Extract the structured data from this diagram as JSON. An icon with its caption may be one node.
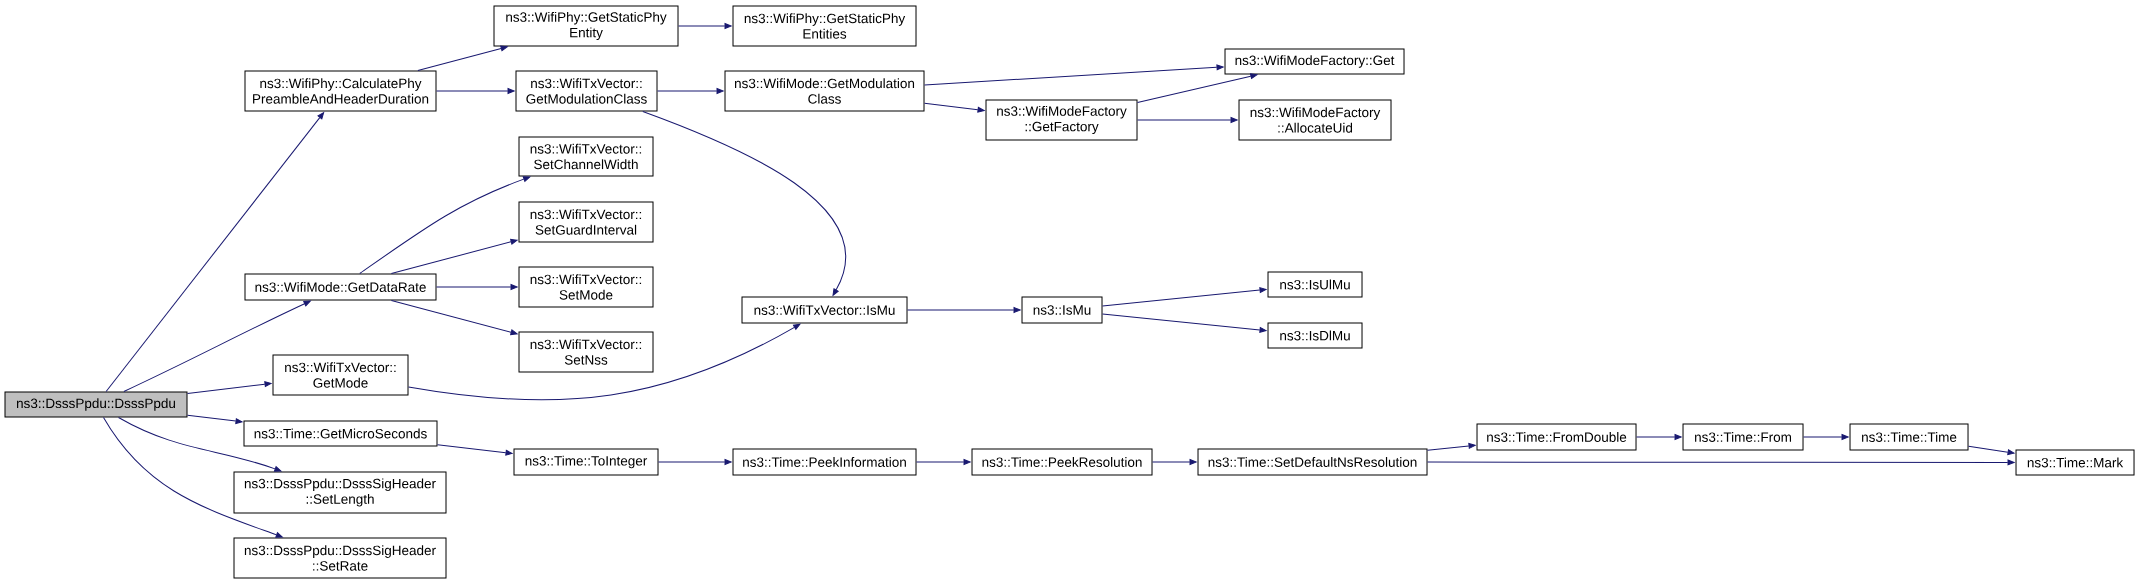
{
  "diagram": {
    "nodes": [
      {
        "text": [
          "ns3::DsssPpdu::DsssPpdu"
        ]
      },
      {
        "text": [
          "ns3::WifiPhy::CalculatePhy PreambleAndHeaderDuration"
        ]
      },
      {
        "text": [
          "ns3::WifiPhy::GetStaticPhy Entity"
        ]
      },
      {
        "text": [
          "ns3::WifiPhy::GetStaticPhy Entities"
        ]
      },
      {
        "text": [
          "ns3::WifiTxVector:: GetModulationClass"
        ]
      },
      {
        "text": [
          "ns3::WifiMode::GetModulation Class"
        ]
      },
      {
        "text": [
          "ns3::WifiModeFactory::Get"
        ]
      },
      {
        "text": [
          "ns3::WifiModeFactory ::GetFactory"
        ]
      },
      {
        "text": [
          "ns3::WifiModeFactory ::AllocateUid"
        ]
      },
      {
        "text": [
          "ns3::WifiMode::GetDataRate"
        ]
      },
      {
        "text": [
          "ns3::WifiTxVector:: SetChannelWidth"
        ]
      },
      {
        "text": [
          "ns3::WifiTxVector:: SetGuardInterval"
        ]
      },
      {
        "text": [
          "ns3::WifiTxVector:: SetMode"
        ]
      },
      {
        "text": [
          "ns3::WifiTxVector:: SetNss"
        ]
      },
      {
        "text": [
          "ns3::WifiTxVector:: GetMode"
        ]
      },
      {
        "text": [
          "ns3::WifiTxVector::IsMu"
        ]
      },
      {
        "text": [
          "ns3::IsMu"
        ]
      },
      {
        "text": [
          "ns3::IsUlMu"
        ]
      },
      {
        "text": [
          "ns3::IsDlMu"
        ]
      },
      {
        "text": [
          "ns3::Time::GetMicroSeconds"
        ]
      },
      {
        "text": [
          "ns3::Time::ToInteger"
        ]
      },
      {
        "text": [
          "ns3::DsssPpdu::DsssSigHeader ::SetLength"
        ]
      },
      {
        "text": [
          "ns3::DsssPpdu::DsssSigHeader ::SetRate"
        ]
      },
      {
        "text": [
          "ns3::Time::PeekInformation"
        ]
      },
      {
        "text": [
          "ns3::Time::PeekResolution"
        ]
      },
      {
        "text": [
          "ns3::Time::SetDefaultNsResolution"
        ]
      },
      {
        "text": [
          "ns3::Time::FromDouble"
        ]
      },
      {
        "text": [
          "ns3::Time::From"
        ]
      },
      {
        "text": [
          "ns3::Time::Time"
        ]
      },
      {
        "text": [
          "ns3::Time::Mark"
        ]
      }
    ],
    "edges": [
      {
        "from": 0,
        "to": 1,
        "arrow": "to"
      },
      {
        "from": 0,
        "to": 9,
        "arrow": "to"
      },
      {
        "from": 0,
        "to": 14,
        "arrow": "to"
      },
      {
        "from": 0,
        "to": 19,
        "arrow": "to"
      },
      {
        "from": 0,
        "to": 21,
        "arrow": "to"
      },
      {
        "from": 0,
        "to": 22,
        "arrow": "to"
      },
      {
        "from": 1,
        "to": 2,
        "arrow": "to"
      },
      {
        "from": 1,
        "to": 4,
        "arrow": "to"
      },
      {
        "from": 2,
        "to": 3,
        "arrow": "to"
      },
      {
        "from": 4,
        "to": 5,
        "arrow": "to"
      },
      {
        "from": 4,
        "to": 15,
        "arrow": "to"
      },
      {
        "from": 5,
        "to": 6,
        "arrow": "to"
      },
      {
        "from": 5,
        "to": 7,
        "arrow": "to"
      },
      {
        "from": 7,
        "to": 6,
        "arrow": "to"
      },
      {
        "from": 7,
        "to": 8,
        "arrow": "to"
      },
      {
        "from": 9,
        "to": 10,
        "arrow": "to"
      },
      {
        "from": 9,
        "to": 11,
        "arrow": "to"
      },
      {
        "from": 9,
        "to": 12,
        "arrow": "to"
      },
      {
        "from": 9,
        "to": 13,
        "arrow": "to"
      },
      {
        "from": 14,
        "to": 15,
        "arrow": "to"
      },
      {
        "from": 15,
        "to": 16,
        "arrow": "to"
      },
      {
        "from": 16,
        "to": 17,
        "arrow": "to"
      },
      {
        "from": 16,
        "to": 18,
        "arrow": "to"
      },
      {
        "from": 19,
        "to": 20,
        "arrow": "to"
      },
      {
        "from": 20,
        "to": 23,
        "arrow": "to"
      },
      {
        "from": 23,
        "to": 24,
        "arrow": "to"
      },
      {
        "from": 24,
        "to": 25,
        "arrow": "to"
      },
      {
        "from": 25,
        "to": 26,
        "arrow": "to"
      },
      {
        "from": 25,
        "to": 29,
        "arrow": "to"
      },
      {
        "from": 26,
        "to": 27,
        "arrow": "to"
      },
      {
        "from": 27,
        "to": 28,
        "arrow": "to"
      },
      {
        "from": 28,
        "to": 29,
        "arrow": "to"
      }
    ]
  }
}
